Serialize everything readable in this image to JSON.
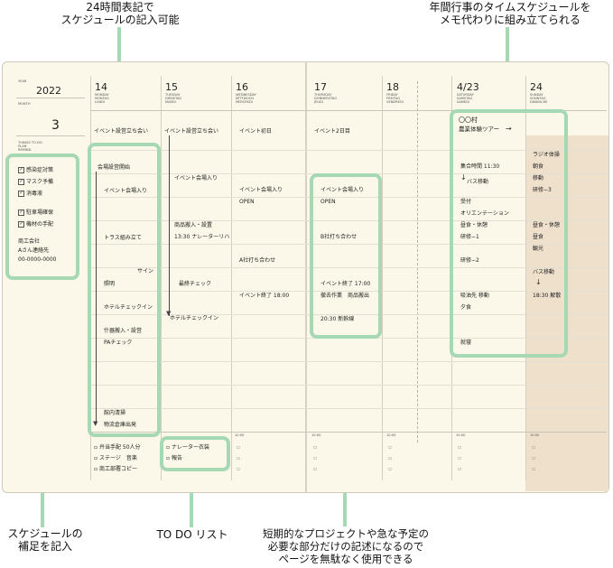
{
  "callouts": {
    "top_left": [
      "24時間表記で",
      "スケジュールの記入可能"
    ],
    "top_right": [
      "年間行事のタイムスケジュールを",
      "メモ代わりに組み立てられる"
    ],
    "bottom_left": [
      "スケジュールの",
      "補足を記入"
    ],
    "bottom_todo": "TO DO リスト",
    "bottom_right": [
      "短期的なプロジェクトや急な予定の",
      "必要な部分だけの記述になるので",
      "ページを無駄なく使用できる"
    ]
  },
  "planner": {
    "year_label": "YEAR",
    "year": "2022",
    "month_label": "MONTH",
    "month": "3",
    "side_small": [
      "THINGS TO DO",
      "PLAN",
      "REMIND"
    ],
    "memo": [
      "感染症対策",
      "マスク予備",
      "消毒液",
      "",
      "駐車場確保",
      "機材の手配",
      "",
      "商工会社",
      "Aさん連絡先",
      "00-0000-0000"
    ],
    "days": [
      {
        "num": "14",
        "sub": [
          "MONDAY",
          "MONTAG",
          "LUNDI"
        ]
      },
      {
        "num": "15",
        "sub": [
          "TUESDAY",
          "DIENSTAG",
          "MARDI"
        ]
      },
      {
        "num": "16",
        "sub": [
          "WEDNESDAY",
          "MITTWOCH",
          "MERCREDI"
        ]
      },
      {
        "num": "17",
        "sub": [
          "THURSDAY",
          "DONNERSTAG",
          "JEUDI"
        ]
      },
      {
        "num": "18",
        "sub": [
          "FRIDAY",
          "FREITAG",
          "VENDREDI"
        ]
      },
      {
        "num": "4/23",
        "sub": [
          "SATURDAY",
          "SAMSTAG",
          "SAMEDI"
        ]
      },
      {
        "num": "24",
        "sub": [
          "SUNDAY",
          "SONNTAG",
          "DIMANCHE"
        ]
      }
    ],
    "mon_entries": [
      "イベント設営立ち会い",
      "会場設営開始",
      "イベント会場入り",
      "トラス組み立て",
      "サイン",
      "照明",
      "ホテルチェックイン",
      "什器搬入・設営",
      "PAチェック",
      "館内清掃",
      "物流倉庫出発"
    ],
    "tue_entries": [
      "イベント設営立ち会い",
      "イベント会場入り",
      "商品搬入・設置",
      "13:30 ナレーターリハ",
      "最終チェック",
      "ホテルチェックイン"
    ],
    "wed_entries": [
      "イベント初日",
      "イベント会場入り",
      "OPEN",
      "A社打ち合わせ",
      "イベント終了 18:00"
    ],
    "thu_entries": [
      "イベント2日目",
      "イベント会場入り",
      "OPEN",
      "B社打ち合わせ",
      "イベント終了 17:00",
      "撤去作業　商品搬出",
      "20:30 新幹線"
    ],
    "sat_entries": [
      "〇〇村",
      "農業体験ツアー",
      "集合時間 11:30",
      "バス移動",
      "受付",
      "オリエンテーション",
      "昼食・休憩",
      "研修−1",
      "研修−2",
      "吸油先 移動",
      "夕食",
      "就寝"
    ],
    "sun_entries": [
      "ラジオ体操",
      "朝食",
      "移動",
      "研修−3",
      "昼食・休憩",
      "昼食",
      "観光",
      "バス移動",
      "18:30 解散"
    ],
    "todo_mon": [
      "弁当手配 50人分",
      "ステージ　音楽",
      "商工部署コピー"
    ],
    "todo_tue": [
      "ナレーター衣装",
      "報告"
    ],
    "time_label": "10:00"
  }
}
